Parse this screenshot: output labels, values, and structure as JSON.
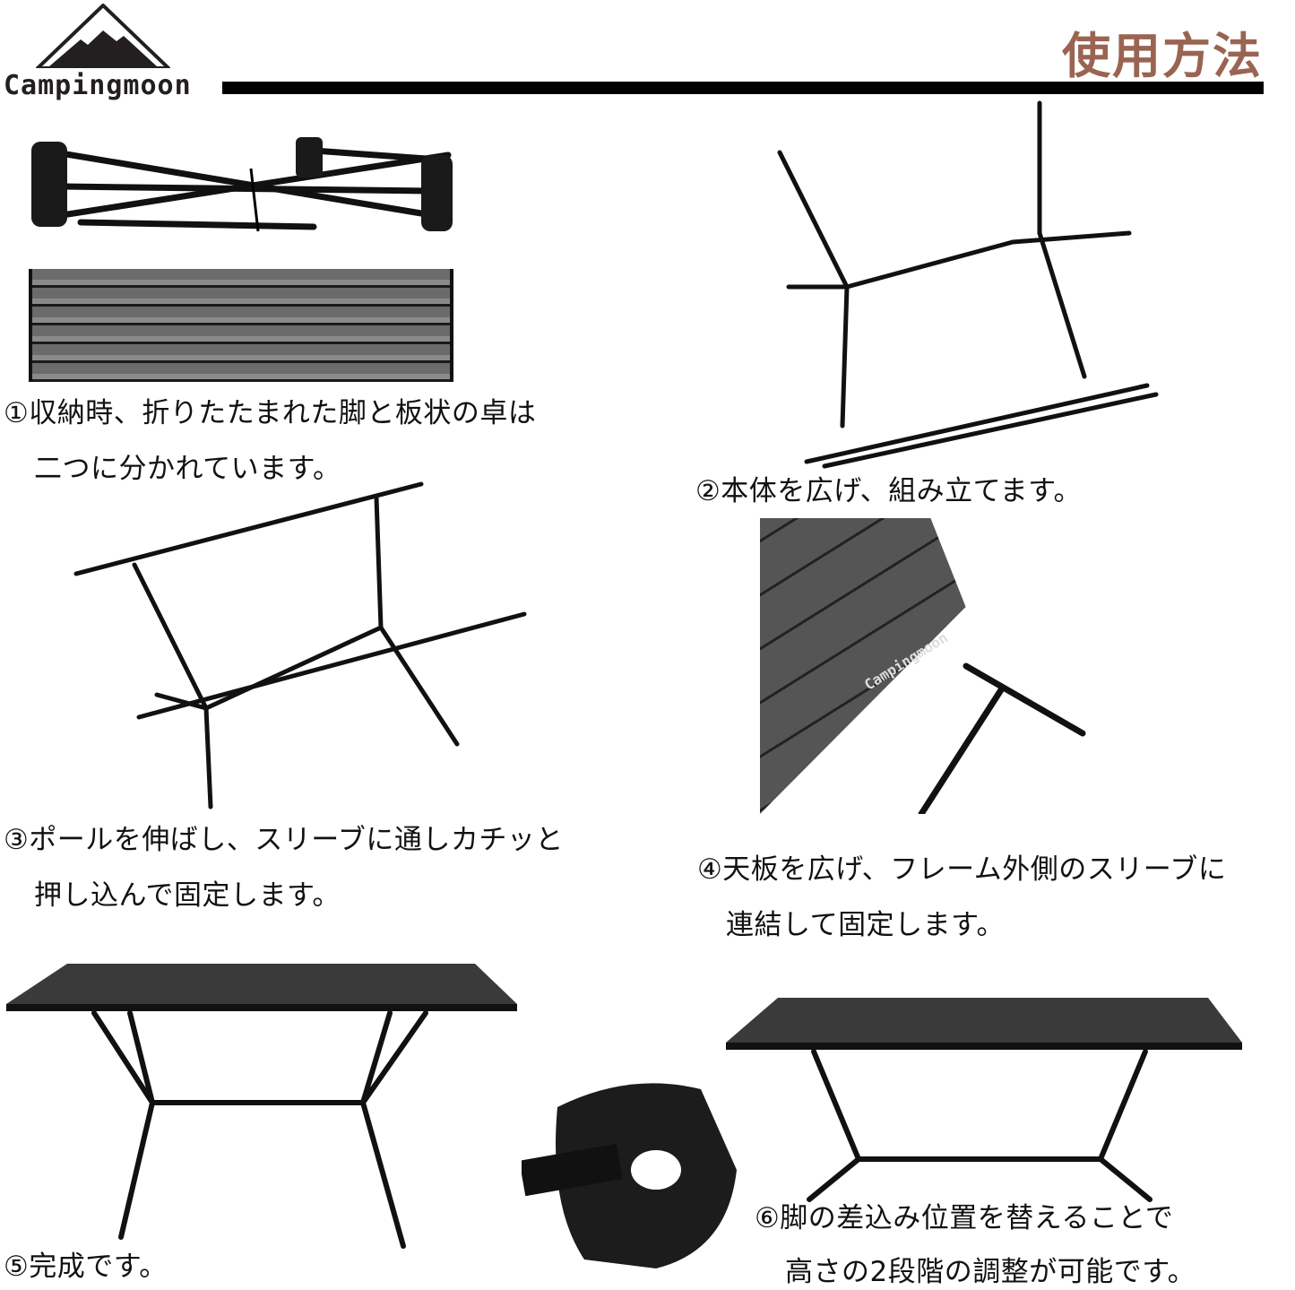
{
  "header": {
    "brand": "Campingmoon",
    "title": "使用方法",
    "title_color": "#9a6452"
  },
  "steps": [
    {
      "num": "①",
      "line1": "①収納時、折りたたまれた脚と板状の卓は",
      "line2": "二つに分かれています。",
      "image": "folded-legs-and-rolled-tabletop"
    },
    {
      "num": "②",
      "line1": "②本体を広げ、組み立てます。",
      "image": "frame-unfolded"
    },
    {
      "num": "③",
      "line1": "③ポールを伸ばし、スリーブに通しカチッと",
      "line2": "押し込んで固定します。",
      "image": "frame-with-poles"
    },
    {
      "num": "④",
      "line1": "④天板を広げ、フレーム外側のスリーブに",
      "line2": "連結して固定します。",
      "image": "tabletop-connecting-sleeve",
      "brand_on_table": "Campingmoon"
    },
    {
      "num": "⑤",
      "line1": "⑤完成です。",
      "image": "completed-table-high"
    },
    {
      "num": "⑥",
      "line1": "⑥脚の差込み位置を替えることで",
      "line2": "高さの2段階の調整が可能です。",
      "image": "completed-table-low-and-joint-closeup"
    }
  ]
}
